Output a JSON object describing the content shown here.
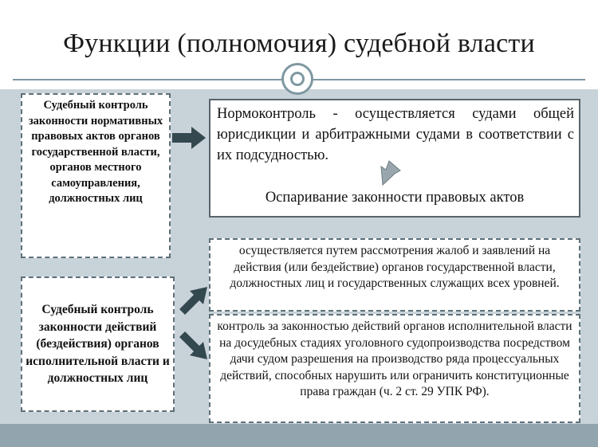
{
  "title": "Функции (полномочия) судебной власти",
  "left_boxes": [
    {
      "text": "Судебный контроль законности нормативных правовых актов органов государственной власти, органов местного самоуправления, должностных лиц"
    },
    {
      "text": "Судебный контроль законности действий (бездействия) органов исполнительной власти и должностных лиц"
    }
  ],
  "right_boxes": [
    {
      "text": "Нормоконтроль - осуществляется судами общей юрисдикции и арбитражными судами в соответствии с их подсудностью.",
      "subtext": "Оспаривание законности правовых актов"
    },
    {
      "text": "осуществляется путем рассмотрения жалоб и заявлений на действия (или бездействие) органов государственной власти, должностных лиц и государственных служащих всех уровней."
    },
    {
      "text": "контроль за законностью действий органов исполнительной власти на досудебных стадиях уголовного судопроизводства посредством дачи судом разрешения на производство ряда процессуальных действий, способных нарушить или ограничить конституционные права граждан (ч. 2 ст. 29 УПК РФ)."
    }
  ],
  "colors": {
    "band": "#c8d3d9",
    "bottom_strip": "#92a5ae",
    "arrow_dark": "#34484f",
    "arrow_light": "#9aa6ad",
    "border": "#59656c"
  }
}
